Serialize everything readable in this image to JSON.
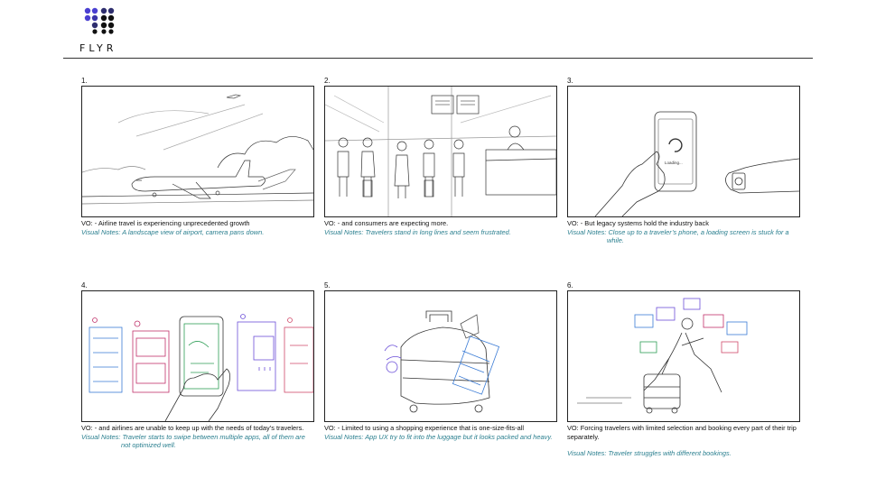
{
  "brand": {
    "name": "FLYR",
    "logo_colors": [
      "#4a3fd1",
      "#2e2e6e",
      "#111111"
    ]
  },
  "panels": [
    {
      "number": "1.",
      "vo": "VO: - Airline travel is experiencing unprecedented growth",
      "notes": "Visual Notes: A landscape view of airport, camera pans down."
    },
    {
      "number": "2.",
      "vo": "VO: - and consumers are expecting more.",
      "notes": "Visual Notes:  Travelers stand in long lines and seem frustrated."
    },
    {
      "number": "3.",
      "vo": "VO: - But legacy systems hold the industry back",
      "notes": "Visual Notes: Close up to a traveler’s phone, a loading screen is stuck for a",
      "notes_cont": "while.",
      "screen_text": "Loading..."
    },
    {
      "number": "4.",
      "vo": "VO: - and airlines are unable to keep up with the needs of today’s travelers.",
      "notes": "Visual Notes: Traveler starts to swipe between multiple apps, all of them are",
      "notes_cont": "not optimized well."
    },
    {
      "number": "5.",
      "vo": "VO: - Limited to using a shopping experience that is one-size-fits-all",
      "notes": "Visual Notes: App UX try to fit into the luggage but it looks packed and heavy."
    },
    {
      "number": "6.",
      "vo": "VO: Forcing travelers with limited selection and booking every part of their trip separately.",
      "notes": "Visual Notes: Traveler struggles with different bookings."
    }
  ]
}
